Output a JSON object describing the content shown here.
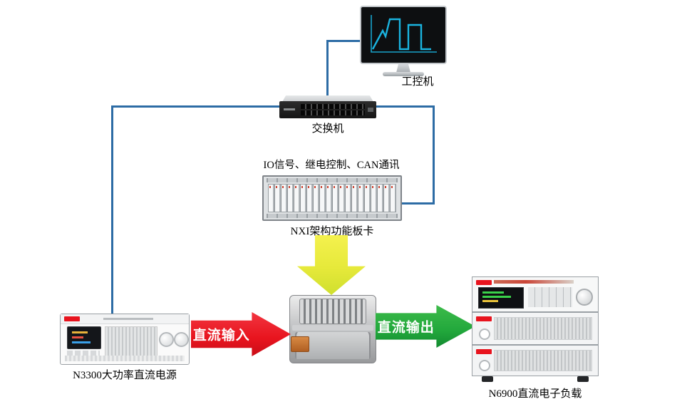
{
  "diagram": {
    "pc_label": "工控机",
    "switch_label": "交换机",
    "io_caption": "IO信号、继电控制、CAN通讯",
    "nxi_label": "NXI架构功能板卡",
    "psu_label": "N3300大功率直流电源",
    "load_label": "N6900直流电子负载",
    "dc_input_label": "直流输入",
    "dc_output_label": "直流输出"
  },
  "colors": {
    "cable_blue": "#2d6ca5",
    "arrow_red": "#e8141e",
    "arrow_green": "#22a83c",
    "arrow_yellow": "#e6e93a",
    "waveform_cyan": "#1ab4e0",
    "brand_red": "#e8141e"
  }
}
